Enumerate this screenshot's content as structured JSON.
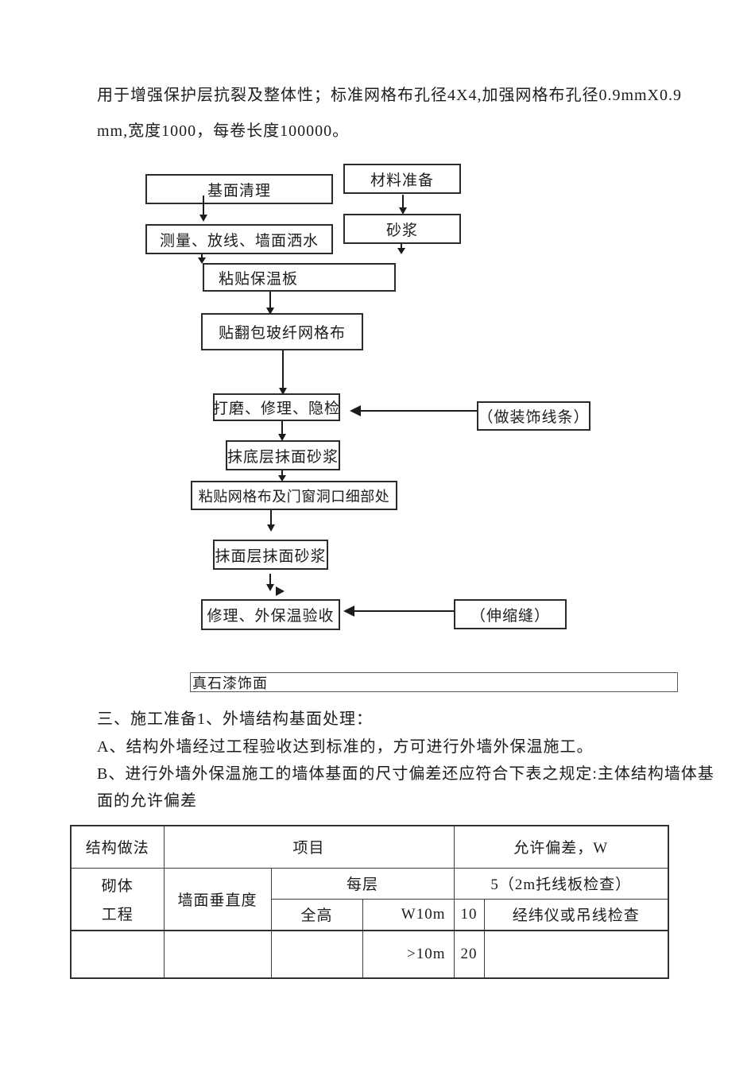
{
  "document": {
    "intro_line1": "用于增强保护层抗裂及整体性；标准网格布孔径4X4,加强网格布孔径0.9mmX0.9",
    "intro_line2": "mm,宽度1000，每卷长度100000。",
    "section_heading": "三、施工准备1、外墙结构基面处理：",
    "item_a": "A、结构外墙经过工程验收达到标准的，方可进行外墙外保温施工。",
    "item_b_line1": "B、进行外墙外保温施工的墙体基面的尺寸偏差还应符合下表之规定:主体结构墙体基",
    "item_b_line2": "面的允许偏差"
  },
  "flowchart": {
    "base_clean": "基面清理",
    "material_prep": "材料准备",
    "measure": "测量、放线、墙面洒水",
    "mortar": "砂浆",
    "paste_board": "粘贴保温板",
    "wrap_mesh": "贴翻包玻纤网格布",
    "polish": "打磨、修理、隐检",
    "deco_line": "（做装饰线条）",
    "base_coat": "抹底层抹面砂浆",
    "paste_mesh": "粘贴网格布及门窗洞口细部处",
    "face_coat": "抹面层抹面砂浆",
    "repair_accept": "修理、外保温验收",
    "expansion_joint": "（伸缩缝）",
    "stone_paint": "真石漆饰面"
  },
  "table": {
    "col_structure": "结构做法",
    "col_item": "项目",
    "col_tolerance": "允许偏差，W",
    "row_structure_line1": "砌体",
    "row_structure_line2": "工程",
    "row_item": "墙面垂直度",
    "per_floor": "每层",
    "per_floor_val": "5（2m托线板检查）",
    "full_height": "全高",
    "le_10m": "W10m",
    "le_10m_val": "10",
    "check_method": "经纬仪或吊线检查",
    "gt_10m": ">10m",
    "gt_10m_val": "20"
  },
  "colors": {
    "ink": "#1c1c1c",
    "box_border": "#2b2b2b",
    "table_border": "#3d3d3d",
    "background": "#ffffff"
  }
}
